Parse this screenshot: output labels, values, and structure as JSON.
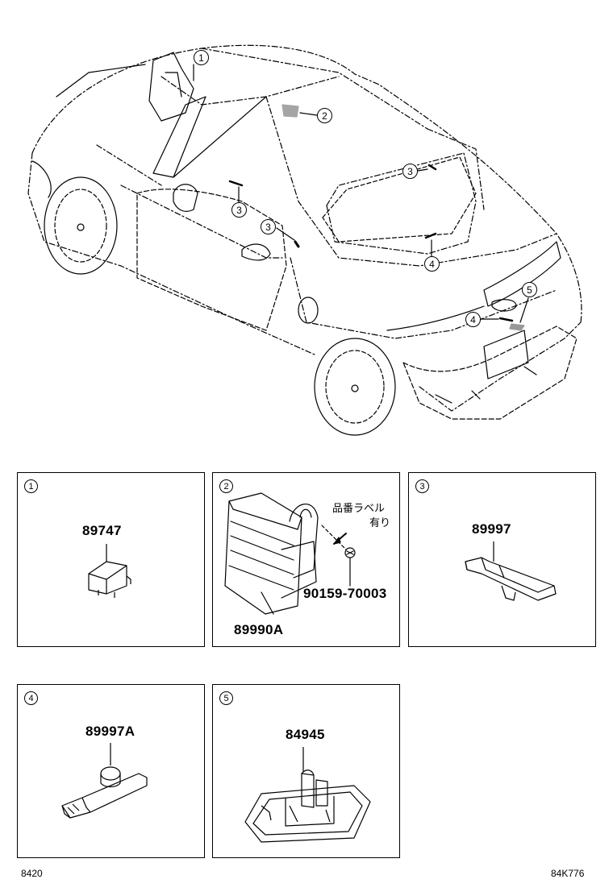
{
  "callouts": [
    "1",
    "2",
    "3",
    "3",
    "3",
    "4",
    "4",
    "5"
  ],
  "panels": [
    {
      "index": "1",
      "part_number": "89747"
    },
    {
      "index": "2",
      "part_number": "89990A",
      "sub_part_number": "90159-70003",
      "label_note_line1": "品番ラベル",
      "label_note_line2": "有り"
    },
    {
      "index": "3",
      "part_number": "89997"
    },
    {
      "index": "4",
      "part_number": "89997A"
    },
    {
      "index": "5",
      "part_number": "84945"
    }
  ],
  "footer": {
    "left_code": "8420",
    "right_code": "84K776"
  }
}
